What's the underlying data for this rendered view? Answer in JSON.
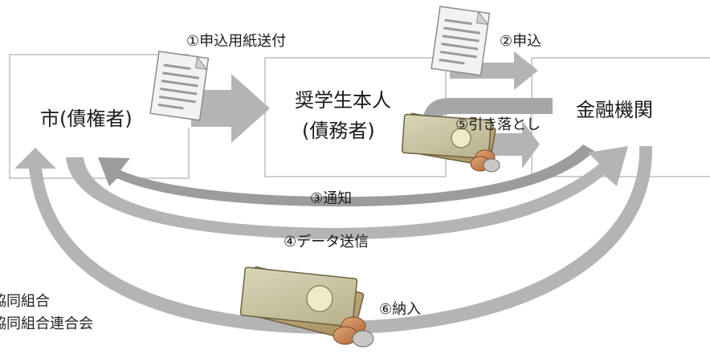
{
  "entities": {
    "city": "市(債権者)",
    "student_line1": "奨学生本人",
    "student_line2": "(債務者)",
    "bank": "金融機関"
  },
  "steps": {
    "s1": "①申込用紙送付",
    "s2": "②申込",
    "s3": "③通知",
    "s4": "④データ送信",
    "s5": "⑤引き落とし",
    "s6": "⑥納入"
  },
  "background_text": {
    "line1": "協同組合",
    "line2": "協同組合連合会"
  },
  "icons": [
    "document-icon",
    "money-icon"
  ],
  "colors": {
    "arrow_light": "#b4b4b4",
    "arrow_mid": "#9a9a9a",
    "box_border": "#bdbdbd"
  }
}
